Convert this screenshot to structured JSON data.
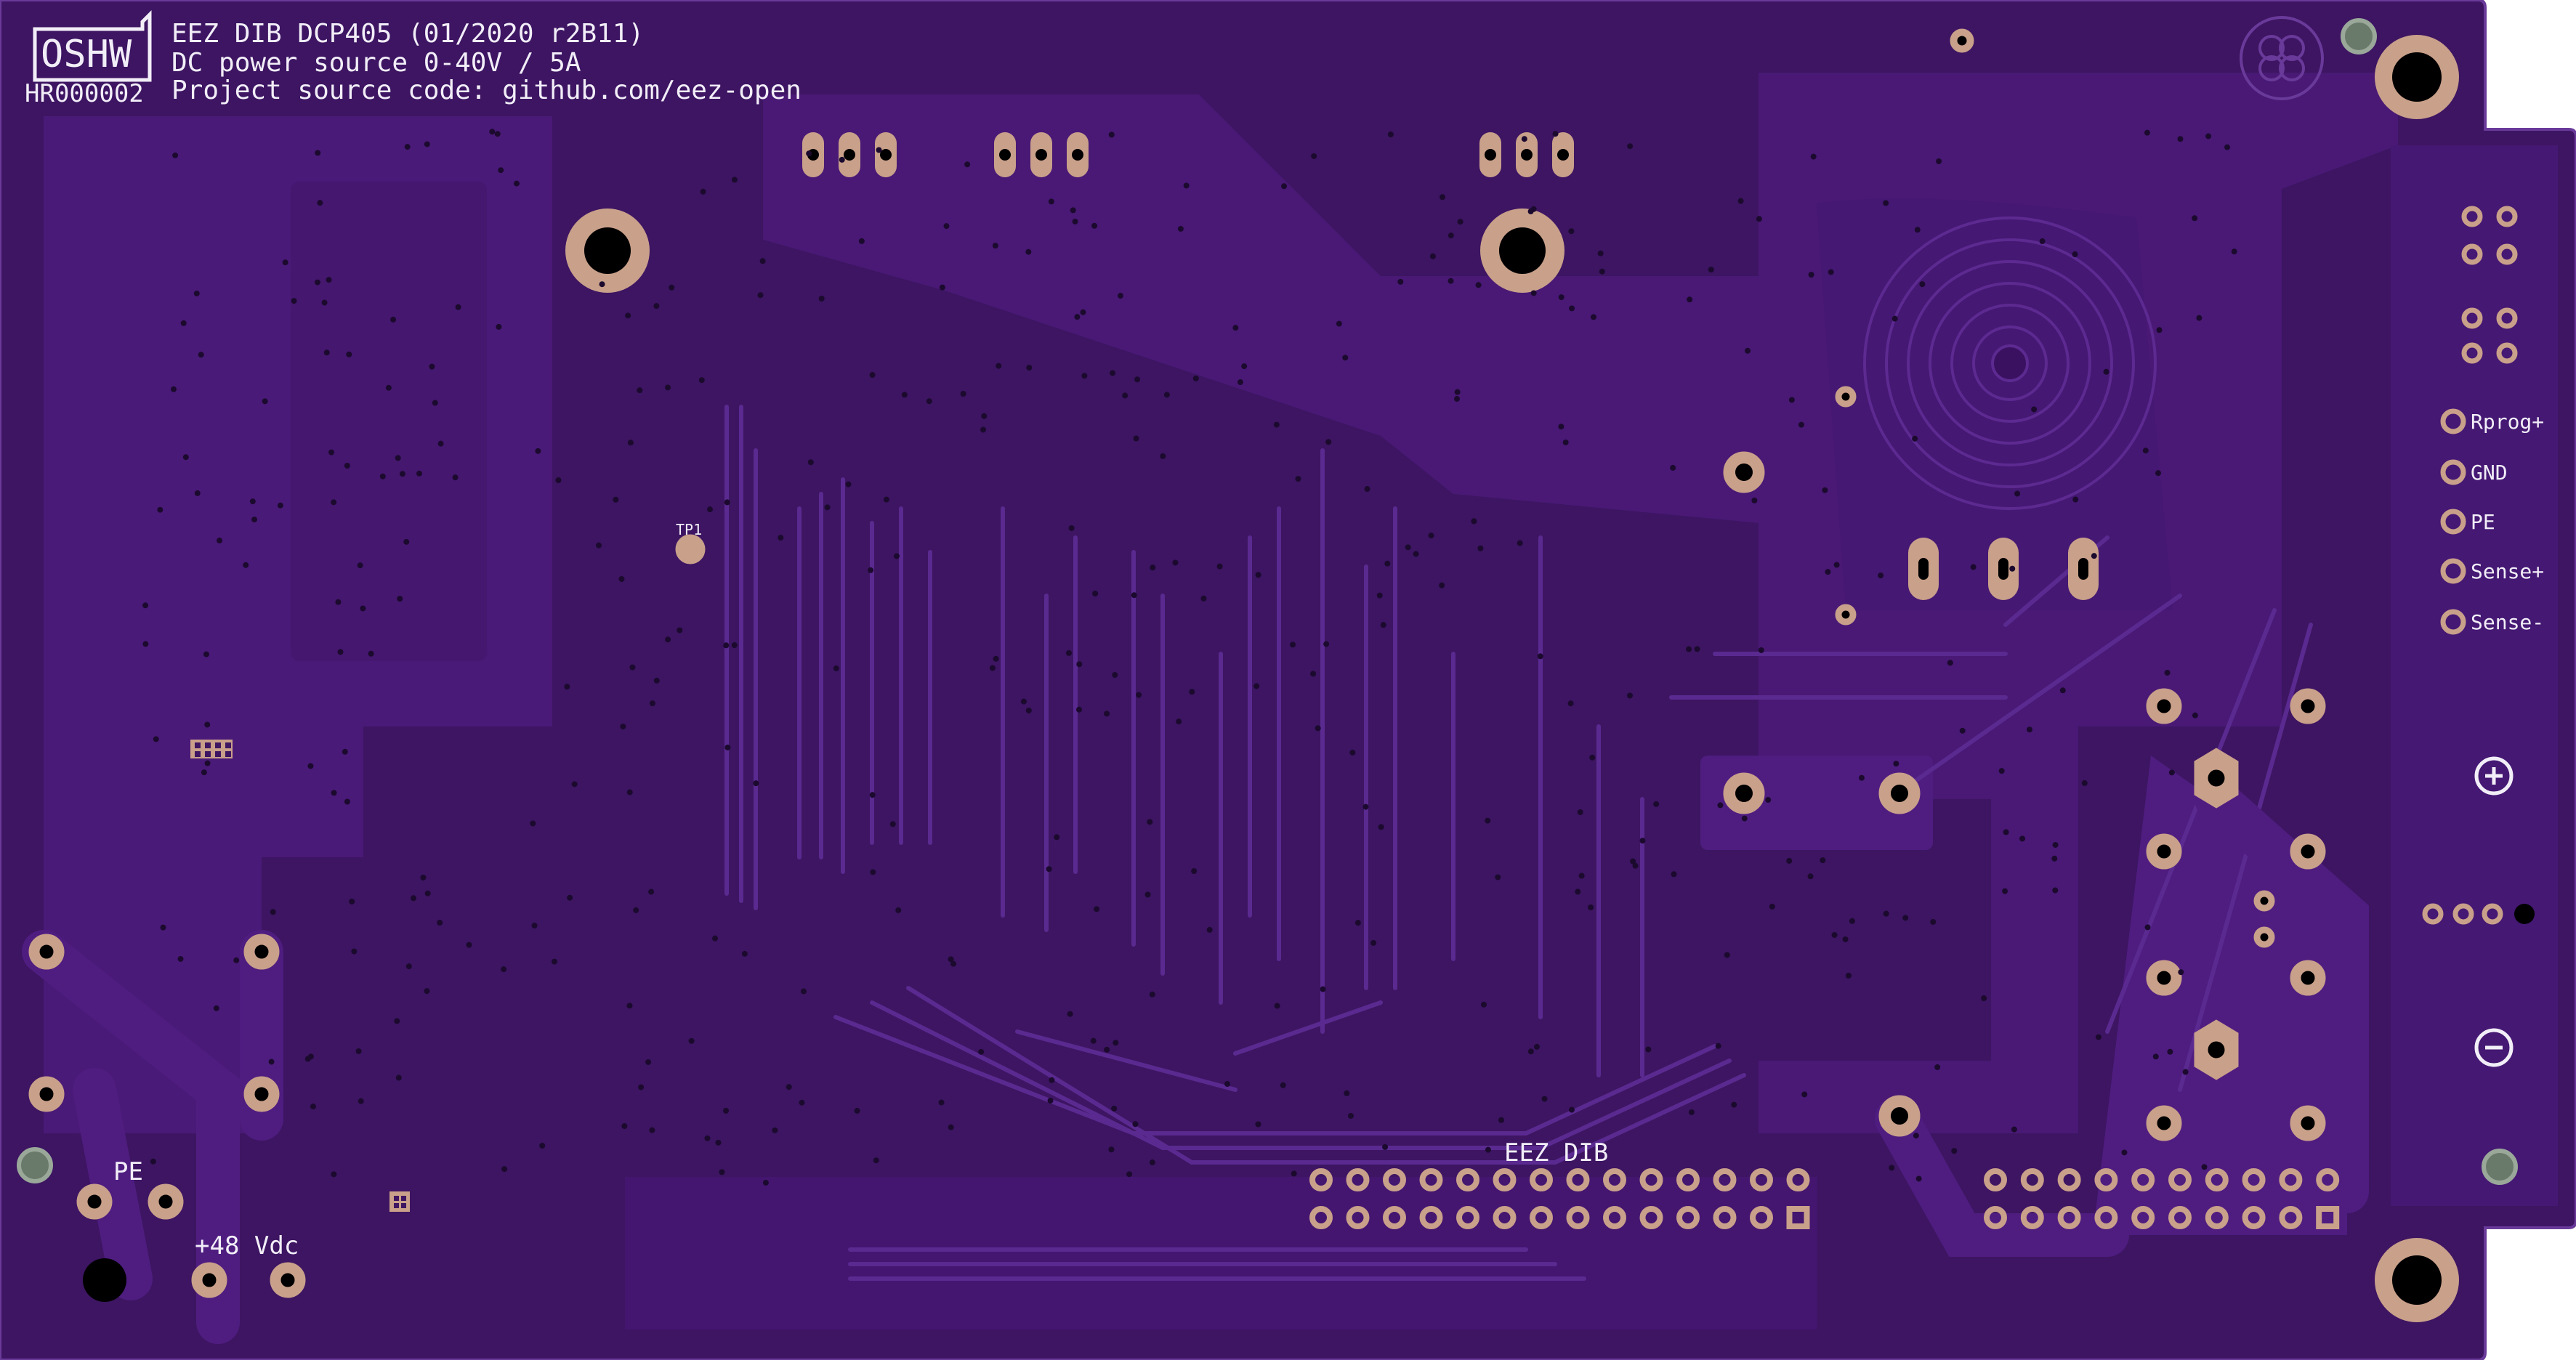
{
  "header": {
    "logo": "OSHW",
    "line1": "EEZ DIB DCP405 (01/2020 r2B11)",
    "line2": "DC power source 0-40V / 5A",
    "line3": "Project source code: github.com/eez-open",
    "part_number": "HR000002"
  },
  "connector_labels": {
    "rprog": "Rprog+",
    "gnd": "GND",
    "pe": "PE",
    "sense_plus": "Sense+",
    "sense_minus": "Sense-"
  },
  "power": {
    "pe": "PE",
    "supply": "+48 Vdc"
  },
  "dib_label": "EEZ DIB",
  "tp_label": "TP1",
  "symbols": {
    "plus": "plus-terminal-icon",
    "minus": "minus-terminal-icon",
    "oshw_gear": "oshw-gear-icon"
  },
  "colors": {
    "board": "#3d1562",
    "copper_pour": "#4a1a78",
    "trace": "#5a2a90",
    "pad": "#c9a08a",
    "silkscreen": "#f2eef8",
    "drill": "#000000"
  }
}
